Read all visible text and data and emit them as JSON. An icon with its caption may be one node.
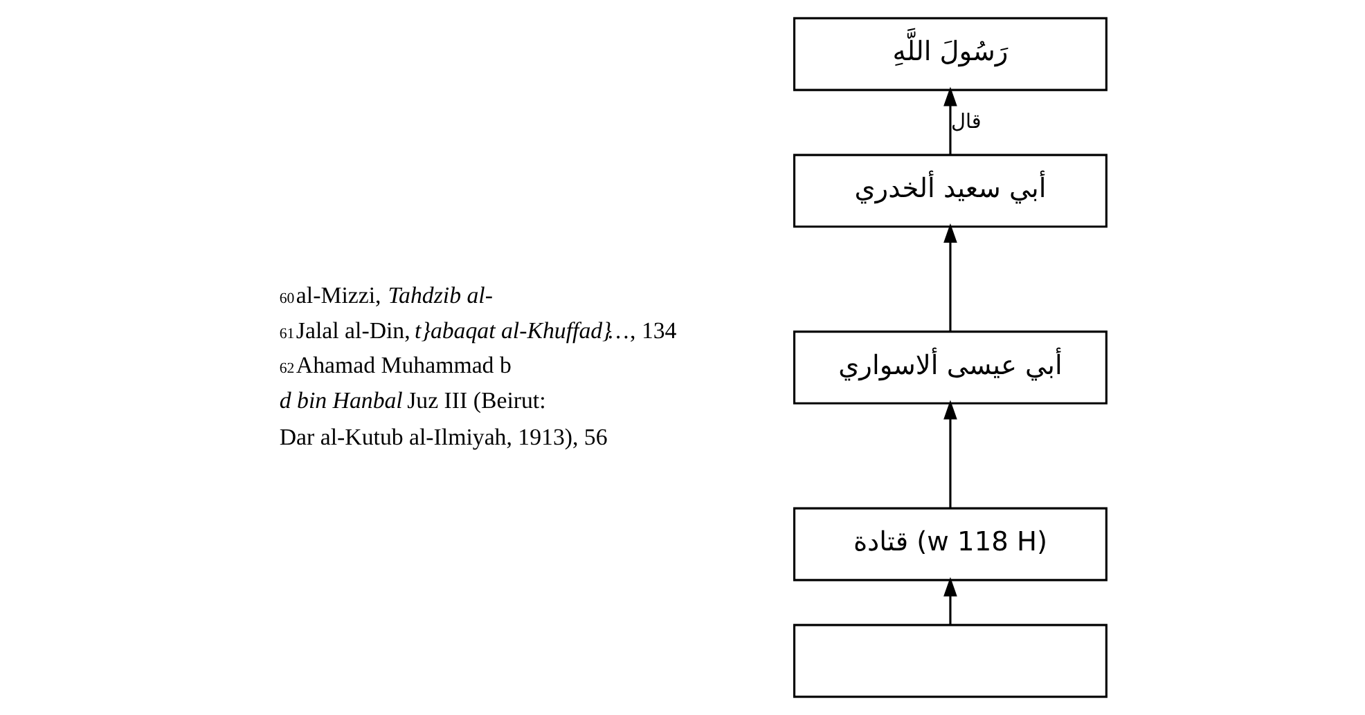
{
  "diagram": {
    "nodes": [
      {
        "text": [
          "رَسُولَ اللَّهِ"
        ]
      },
      {
        "text": [
          "أبي سعيد ألخدري"
        ]
      },
      {
        "text": [
          "أبي عيسى ألاسواري"
        ]
      },
      {
        "text": [
          "قتادة (w 118 H)"
        ]
      },
      {
        "text": [],
        "shape": "box"
      }
    ],
    "edges": [
      {
        "from": 1,
        "to": 0,
        "arrow": "to",
        "label": "قال"
      },
      {
        "from": 2,
        "to": 1,
        "arrow": "to"
      },
      {
        "from": 3,
        "to": 2,
        "arrow": "to"
      },
      {
        "from": 4,
        "to": 3,
        "arrow": "to"
      }
    ],
    "labels": [
      "$^{60}$al-Mizzi, *Tahdzib al-*",
      "$^{61}$Jalal al-Din, *t}abaqat al-Khuffad}*…, 134",
      "$^{62}$Ahamad Muhammad b",
      "*d bin Hanbal*  Juz III (Beirut:",
      "Dar al-Kutub al-Ilmiyah, 1913), 56"
    ]
  }
}
